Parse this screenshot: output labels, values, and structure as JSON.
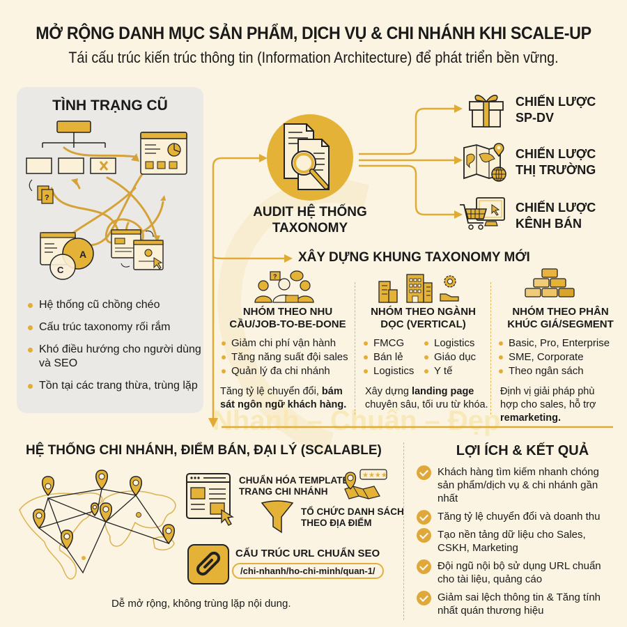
{
  "header": {
    "title": "MỞ RỘNG DANH MỤC SẢN PHẨM, DỊCH VỤ & CHI NHÁNH KHI SCALE-UP",
    "subtitle": "Tái cấu trúc kiến trúc thông tin (Information Architecture) để phát triển bền vững."
  },
  "watermark": "Nhanh – Chuẩn – Đẹp",
  "colors": {
    "background": "#fbf4e2",
    "accent": "#e5b238",
    "panel": "#ebe9e5",
    "text": "#1a1a1a"
  },
  "old_state": {
    "title": "TÌNH TRẠNG CŨ",
    "icons": [
      "hierarchy-chart-icon",
      "dashboard-window-icon",
      "venn-diagram-icon",
      "duplicate-pages-icon",
      "question-documents-icon"
    ],
    "venn_labels": [
      "A",
      "C"
    ],
    "items": [
      "Hệ thống cũ chồng chéo",
      "Cấu trúc taxonomy rối rắm",
      "Khó điều hướng cho người dùng và SEO",
      "Tồn tại các trang thừa, trùng lặp"
    ]
  },
  "audit": {
    "label_line1": "AUDIT HỆ THỐNG",
    "label_line2": "TAXONOMY",
    "icon": "document-search-icon"
  },
  "strategies": [
    {
      "line1": "CHIẾN LƯỢC",
      "line2": "SP-DV",
      "icon": "gift-icon"
    },
    {
      "line1": "CHIẾN LƯỢC",
      "line2": "THỊ TRƯỜNG",
      "icon": "world-map-icon"
    },
    {
      "line1": "CHIẾN LƯỢC",
      "line2": "KÊNH BÁN",
      "icon": "cart-monitor-icon"
    }
  ],
  "taxonomy": {
    "title": "XÂY DỰNG KHUNG TAXONOMY MỚI",
    "columns": [
      {
        "title_line1": "NHÓM THEO NHU",
        "title_line2": "CẦU/JOB-TO-BE-DONE",
        "icon": "people-group-icon",
        "items": [
          "Giảm chi phí vận hành",
          "Tăng năng suất đội sales",
          "Quản lý đa chi nhánh"
        ],
        "desc_normal": "Tăng tỷ lệ chuyển đổi, ",
        "desc_bold": "bám sát ngôn ngữ khách hàng."
      },
      {
        "title_line1": "NHÓM THEO NGÀNH",
        "title_line2": "DỌC (VERTICAL)",
        "icon": "buildings-icon",
        "items_left": [
          "FMCG",
          "Bán lẻ",
          "Logistics"
        ],
        "items_right": [
          "Logistics",
          "Giáo dục",
          "Y tế"
        ],
        "desc_pre": "Xây dựng ",
        "desc_bold": "landing page",
        "desc_post": " chuyên sâu, tối ưu từ khóa."
      },
      {
        "title_line1": "NHÓM THEO PHÂN",
        "title_line2": "KHÚC GIÁ/SEGMENT",
        "icon": "gold-bars-icon",
        "items": [
          "Basic, Pro, Enterprise",
          "SME, Corporate",
          "Theo ngân sách"
        ],
        "desc_normal": "Định vị giải pháp phù hợp cho sales, hỗ trợ ",
        "desc_bold": "remarketing."
      }
    ]
  },
  "branches": {
    "title": "HỆ THỐNG CHI NHÁNH, ĐIỂM BÁN, ĐẠI LÝ (SCALABLE)",
    "features": [
      {
        "line1": "CHUẨN HÓA TEMPLATE",
        "line2": "TRANG CHI NHÁNH",
        "icon": "template-window-icon"
      },
      {
        "line1": "TỔ CHỨC DANH SÁCH",
        "line2": "THEO ĐỊA ĐIỂM",
        "icon": "funnel-icon"
      },
      {
        "line1": "CẤU TRÚC URL CHUẨN SEO",
        "icon": "link-icon"
      }
    ],
    "url_example": "/chi-nhanh/ho-chi-minh/quan-1/",
    "rating_stars": "★★★★",
    "footer_note": "Dễ mở rộng, không trùng lặp nội dung."
  },
  "benefits": {
    "title": "LỢI ÍCH & KẾT QUẢ",
    "items": [
      "Khách hàng tìm kiếm nhanh chóng sản phẩm/dịch vụ & chi nhánh gần nhất",
      "Tăng tỷ lệ chuyển đổi và doanh thu",
      "Tạo nền tảng dữ liệu cho Sales, CSKH, Marketing",
      "Đội ngũ nội bộ sử dụng URL chuẩn cho tài liệu, quảng cáo",
      "Giảm sai lệch thông tin & Tăng tính nhất quán thương hiệu"
    ]
  }
}
